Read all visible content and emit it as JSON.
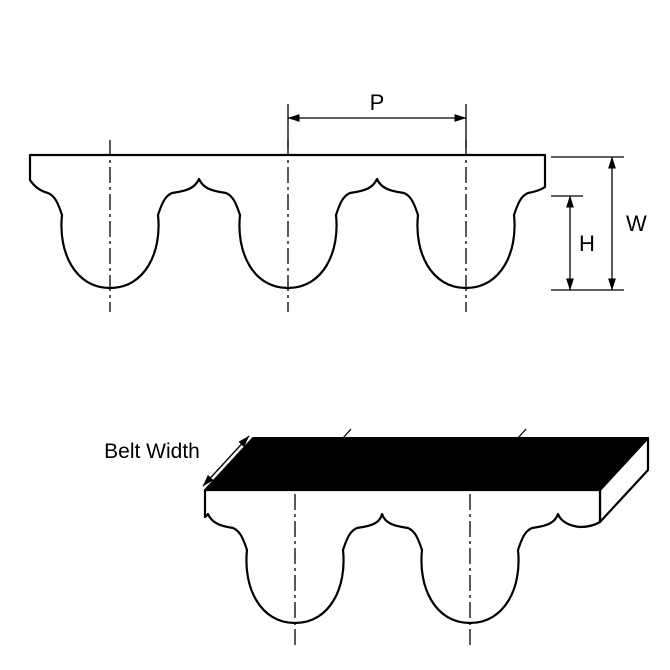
{
  "drawing": {
    "title": "timing-belt-tooth-profile-drawing",
    "labels": {
      "p": "P",
      "w": "W",
      "h": "H",
      "belt_width": "Belt Width"
    },
    "colors": {
      "line": "#000000",
      "belt_fill": "#ffffff",
      "belt_top_surface": "#000000",
      "background": "#ffffff"
    }
  }
}
